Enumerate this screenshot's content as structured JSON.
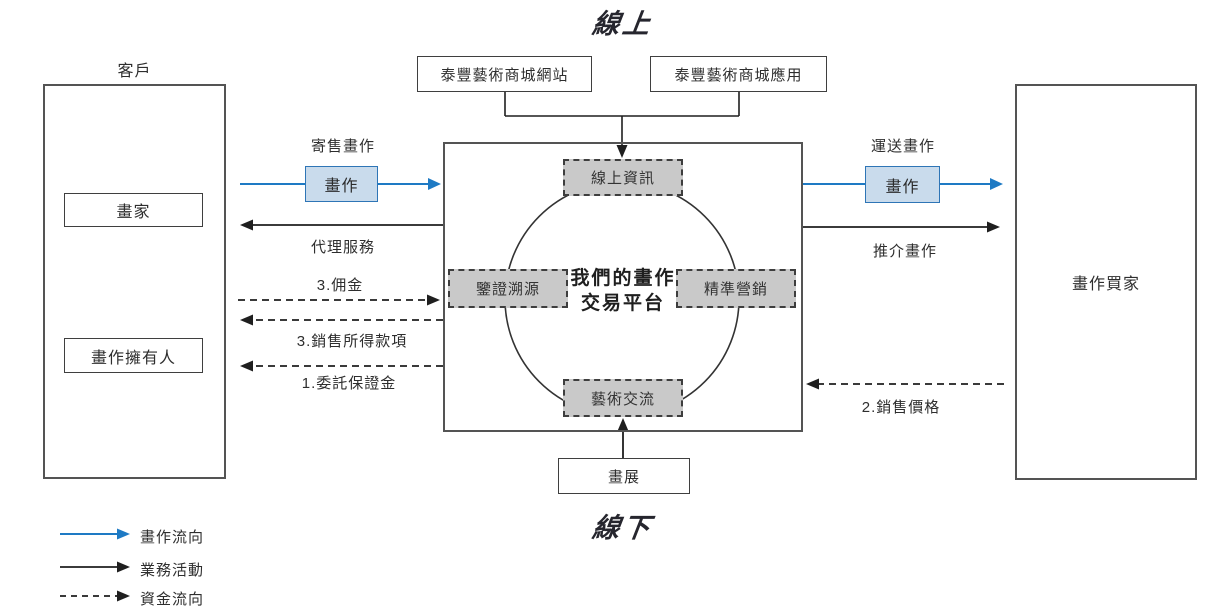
{
  "titles": {
    "online": "線上",
    "offline": "線下"
  },
  "customer": {
    "group_label": "客戶",
    "painter": "畫家",
    "owner": "畫作擁有人"
  },
  "channels": {
    "website": "泰豐藝術商城網站",
    "app": "泰豐藝術商城應用"
  },
  "platform": {
    "center_line1": "我們的畫作",
    "center_line2": "交易平台",
    "feature_top": "線上資訊",
    "feature_left": "鑒證溯源",
    "feature_right": "精準營銷",
    "feature_bottom": "藝術交流"
  },
  "buyer": {
    "label": "畫作買家"
  },
  "exhibition": {
    "label": "畫展"
  },
  "flows": {
    "consign_label": "寄售畫作",
    "consign_item": "畫作",
    "agency_label": "代理服務",
    "commission_label": "3.佣金",
    "proceeds_label": "3.銷售所得款項",
    "deposit_label": "1.委託保證金",
    "ship_label": "運送畫作",
    "ship_item": "畫作",
    "promote_label": "推介畫作",
    "price_label": "2.銷售價格"
  },
  "legend": {
    "painting_flow": "畫作流向",
    "business_activity": "業務活動",
    "fund_flow": "資金流向"
  },
  "colors": {
    "accent_blue": "#1e7ac4",
    "blue_box_fill": "#c9dbec",
    "blue_box_border": "#2e75b6",
    "gray_box_fill": "#c9c9c9",
    "line_black": "#1f1f1f",
    "box_border_gray": "#545454"
  }
}
